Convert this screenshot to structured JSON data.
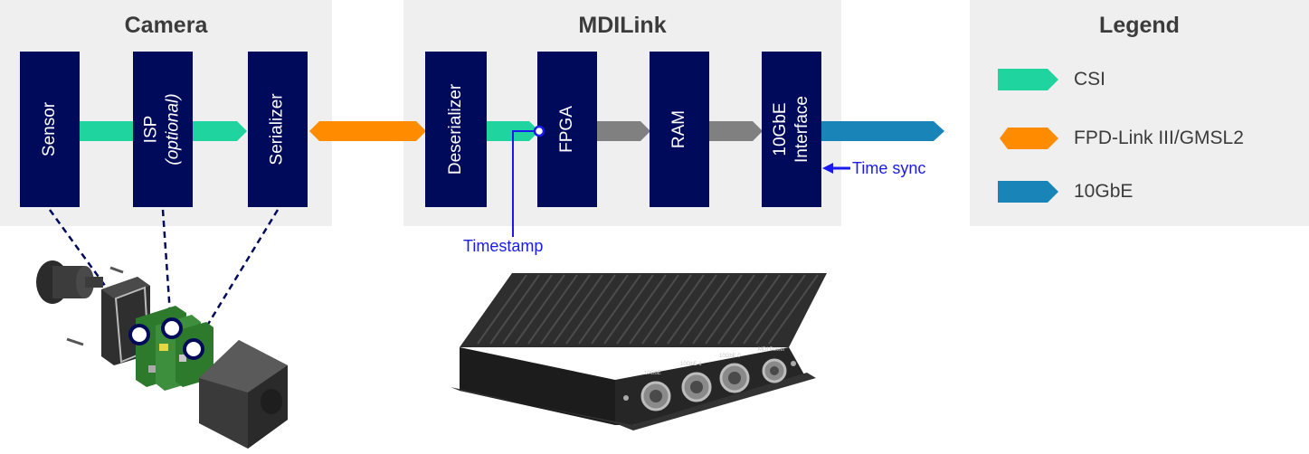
{
  "colors": {
    "panel": "#efefef",
    "block": "#000a5a",
    "csi": "#1fd49f",
    "fpd": "#ff8c00",
    "gbe": "#1884b8",
    "internal": "#808080",
    "timestamp": "#1a1aee"
  },
  "camera": {
    "title": "Camera",
    "blocks": {
      "sensor": "Sensor",
      "isp": "ISP",
      "isp_note": "(optional)",
      "serializer": "Serializer"
    }
  },
  "mdilink": {
    "title": "MDILink",
    "blocks": {
      "deserializer": "Deserializer",
      "fpga": "FPGA",
      "ram": "RAM",
      "gbe_line1": "10GbE",
      "gbe_line2": "Interface"
    }
  },
  "legend": {
    "title": "Legend",
    "items": [
      {
        "label": "CSI",
        "color": "#1fd49f"
      },
      {
        "label": "FPD-Link III/GMSL2",
        "color": "#ff8c00"
      },
      {
        "label": "10GbE",
        "color": "#1884b8"
      }
    ]
  },
  "annotations": {
    "timestamp": "Timestamp",
    "time_sync": "Time sync"
  },
  "device": {
    "ports": [
      "10GbE",
      "10GbE 1",
      "10GbE 0",
      "MDI Power"
    ]
  }
}
